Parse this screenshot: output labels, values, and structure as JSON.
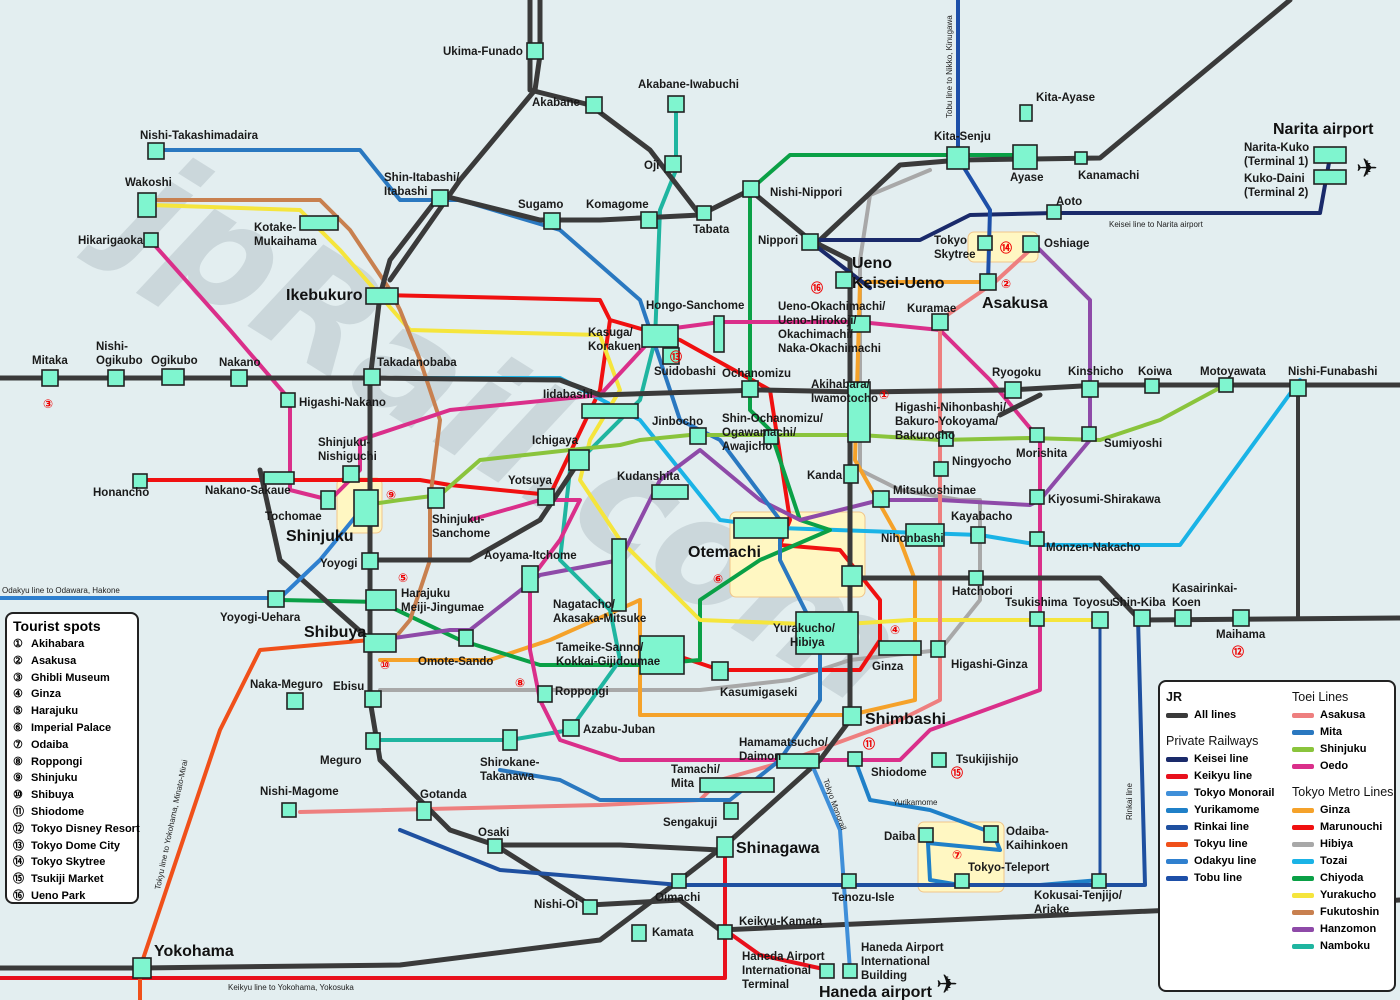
{
  "colors": {
    "background": "#e3eef0",
    "station_fill": "#7ff5cf",
    "station_stroke": "#222222",
    "spot_number": "#ee0000"
  },
  "watermark": "jpRail.com",
  "icons": {
    "airplane": "airplane-icon"
  },
  "lines": [
    {
      "id": "jr",
      "color": "#3a3a3a"
    },
    {
      "id": "keisei",
      "color": "#1a2a6a"
    },
    {
      "id": "keikyu",
      "color": "#e8101c"
    },
    {
      "id": "monorail",
      "color": "#3f8fd9"
    },
    {
      "id": "yurikamome",
      "color": "#1f80c8"
    },
    {
      "id": "rinkai",
      "color": "#1f50a0"
    },
    {
      "id": "tokyu",
      "color": "#f0501a"
    },
    {
      "id": "odakyu",
      "color": "#2f80cf"
    },
    {
      "id": "tobu",
      "color": "#1d4fa8"
    },
    {
      "id": "asakusa",
      "color": "#ee7f7f"
    },
    {
      "id": "mita",
      "color": "#2a78c0"
    },
    {
      "id": "shinjuku",
      "color": "#8ac43c"
    },
    {
      "id": "oedo",
      "color": "#da2f8a"
    },
    {
      "id": "ginza",
      "color": "#f5a22a"
    },
    {
      "id": "marunouchi",
      "color": "#f01010"
    },
    {
      "id": "hibiya",
      "color": "#a8a8a8"
    },
    {
      "id": "tozai",
      "color": "#1ab3e6"
    },
    {
      "id": "chiyoda",
      "color": "#0aa046"
    },
    {
      "id": "yurakucho",
      "color": "#f5e53c"
    },
    {
      "id": "fukutoshin",
      "color": "#c8804f"
    },
    {
      "id": "hanzomon",
      "color": "#8e4aa8"
    },
    {
      "id": "namboku",
      "color": "#1fb5a0"
    }
  ],
  "stations": [
    {
      "name": "Ukima-Funado"
    },
    {
      "name": "Akabane-Iwabuchi"
    },
    {
      "name": "Akabane"
    },
    {
      "name": "Nishi-Takashimadaira"
    },
    {
      "name": "Oji"
    },
    {
      "name": "Wakoshi"
    },
    {
      "name": "Shin-Itabashi/"
    },
    {
      "name": "Itabashi"
    },
    {
      "name": "Sugamo"
    },
    {
      "name": "Komagome"
    },
    {
      "name": "Tabata"
    },
    {
      "name": "Nishi-Nippori"
    },
    {
      "name": "Kotake-"
    },
    {
      "name": "Mukaihama"
    },
    {
      "name": "Hikarigaoka"
    },
    {
      "name": "Nippori"
    },
    {
      "name": "Ikebukuro"
    },
    {
      "name": "Hongo-Sanchome"
    },
    {
      "name": "Kasuga/"
    },
    {
      "name": "Korakuen"
    },
    {
      "name": "Ueno-Okachimachi/"
    },
    {
      "name": "Ueno-Hirokoji/"
    },
    {
      "name": "Okachimachi/"
    },
    {
      "name": "Naka-Okachimachi"
    },
    {
      "name": "Ueno"
    },
    {
      "name": "Keisei-Ueno"
    },
    {
      "name": "Kuramae"
    },
    {
      "name": "Asakusa"
    },
    {
      "name": "Tokyo"
    },
    {
      "name": "Skytree"
    },
    {
      "name": "Oshiage"
    },
    {
      "name": "Aoto"
    },
    {
      "name": "Kita-Senju"
    },
    {
      "name": "Ayase"
    },
    {
      "name": "Kanamachi"
    },
    {
      "name": "Kita-Ayase"
    },
    {
      "name": "Narita-Kuko"
    },
    {
      "name": "(Terminal 1)"
    },
    {
      "name": "Kuko-Daini"
    },
    {
      "name": "(Terminal 2)"
    },
    {
      "name": "Mitaka"
    },
    {
      "name": "Nishi-"
    },
    {
      "name": "Ogikubo"
    },
    {
      "name": "Ogikubo"
    },
    {
      "name": "Nakano"
    },
    {
      "name": "Takadanobaba"
    },
    {
      "name": "Higashi-Nakano"
    },
    {
      "name": "Suidobashi"
    },
    {
      "name": "Ochanomizu"
    },
    {
      "name": "Akihabara/"
    },
    {
      "name": "Iwamotocho"
    },
    {
      "name": "Ryogoku"
    },
    {
      "name": "Kinshicho"
    },
    {
      "name": "Koiwa"
    },
    {
      "name": "Motoyawata"
    },
    {
      "name": "Nishi-Funabashi"
    },
    {
      "name": "Iidabashi"
    },
    {
      "name": "Jinbocho"
    },
    {
      "name": "Shin-Ochanomizu/"
    },
    {
      "name": "Ogawamachi/"
    },
    {
      "name": "Awajicho"
    },
    {
      "name": "Higashi-Nihonbashi/"
    },
    {
      "name": "Bakuro-Yokoyama/"
    },
    {
      "name": "Bakurocho"
    },
    {
      "name": "Shinjuku-"
    },
    {
      "name": "Nishiguchi"
    },
    {
      "name": "Ichigaya"
    },
    {
      "name": "Morishita"
    },
    {
      "name": "Sumiyoshi"
    },
    {
      "name": "Ningyocho"
    },
    {
      "name": "Kanda"
    },
    {
      "name": "Honancho"
    },
    {
      "name": "Nakano-Sakaue"
    },
    {
      "name": "Yotsuya"
    },
    {
      "name": "Kudanshita"
    },
    {
      "name": "Mitsukoshimae"
    },
    {
      "name": "Kiyosumi-Shirakawa"
    },
    {
      "name": "Tochomae"
    },
    {
      "name": "Shinjuku"
    },
    {
      "name": "Shinjuku-"
    },
    {
      "name": "Sanchome"
    },
    {
      "name": "Otemachi"
    },
    {
      "name": "Kayabacho"
    },
    {
      "name": "Nihonbashi"
    },
    {
      "name": "Monzen-Nakacho"
    },
    {
      "name": "Yoyogi"
    },
    {
      "name": "Aoyama-Itchome"
    },
    {
      "name": "Harajuku"
    },
    {
      "name": "Meiji-Jingumae"
    },
    {
      "name": "Hatchobori"
    },
    {
      "name": "Tsukishima"
    },
    {
      "name": "Toyosu"
    },
    {
      "name": "Shin-Kiba"
    },
    {
      "name": "Kasairinkai-"
    },
    {
      "name": "Koen"
    },
    {
      "name": "Maihama"
    },
    {
      "name": "Yoyogi-Uehara"
    },
    {
      "name": "Nagatacho/"
    },
    {
      "name": "Akasaka-Mitsuke"
    },
    {
      "name": "Yurakucho/"
    },
    {
      "name": "Hibiya"
    },
    {
      "name": "Shibuya"
    },
    {
      "name": "Tameike-Sanno/"
    },
    {
      "name": "Kokkai-Gijidoumae"
    },
    {
      "name": "Omote-Sando"
    },
    {
      "name": "Ginza"
    },
    {
      "name": "Higashi-Ginza"
    },
    {
      "name": "Naka-Meguro"
    },
    {
      "name": "Ebisu"
    },
    {
      "name": "Roppongi"
    },
    {
      "name": "Kasumigaseki"
    },
    {
      "name": "Shimbashi"
    },
    {
      "name": "Azabu-Juban"
    },
    {
      "name": "Meguro"
    },
    {
      "name": "Hamamatsucho/"
    },
    {
      "name": "Daimon"
    },
    {
      "name": "Shirokane-"
    },
    {
      "name": "Takanawa"
    },
    {
      "name": "Shiodome"
    },
    {
      "name": "Tsukijishijo"
    },
    {
      "name": "Tamachi/"
    },
    {
      "name": "Mita"
    },
    {
      "name": "Nishi-Magome"
    },
    {
      "name": "Gotanda"
    },
    {
      "name": "Sengakuji"
    },
    {
      "name": "Daiba"
    },
    {
      "name": "Odaiba-"
    },
    {
      "name": "Kaihinkoen"
    },
    {
      "name": "Osaki"
    },
    {
      "name": "Shinagawa"
    },
    {
      "name": "Tokyo-Teleport"
    },
    {
      "name": "Kokusai-Tenjijo/"
    },
    {
      "name": "Ariake"
    },
    {
      "name": "Nishi-Oi"
    },
    {
      "name": "Oimachi"
    },
    {
      "name": "Tenozu-Isle"
    },
    {
      "name": "Keikyu-Kamata"
    },
    {
      "name": "Kamata"
    },
    {
      "name": "Yokohama"
    },
    {
      "name": "Haneda Airport"
    },
    {
      "name": "International"
    },
    {
      "name": "Terminal"
    },
    {
      "name": "Building"
    },
    {
      "name": "Haneda airport"
    },
    {
      "name": "Narita airport"
    }
  ],
  "spot_markers": [
    "①",
    "②",
    "③",
    "④",
    "⑤",
    "⑥",
    "⑦",
    "⑧",
    "⑨",
    "⑩",
    "⑪",
    "⑫",
    "⑬",
    "⑭",
    "⑮",
    "⑯"
  ],
  "notes": [
    {
      "text": "Tobu line to Nikko, Kinugawa"
    },
    {
      "text": "Keisei line to Narita airport"
    },
    {
      "text": "Odakyu line to Odawara, Hakone"
    },
    {
      "text": "Tokyu line to Yokohama, Minato-Mirai"
    },
    {
      "text": "Keikyu line to Yokohama, Yokosuka"
    },
    {
      "text": "Tokyo Monorail"
    },
    {
      "text": "Yurikamome"
    },
    {
      "text": "Rinkai line"
    }
  ],
  "tourist_spots": {
    "title": "Tourist spots",
    "items": [
      {
        "num": "①",
        "name": "Akihabara"
      },
      {
        "num": "②",
        "name": "Asakusa"
      },
      {
        "num": "③",
        "name": "Ghibli Museum"
      },
      {
        "num": "④",
        "name": "Ginza"
      },
      {
        "num": "⑤",
        "name": "Harajuku"
      },
      {
        "num": "⑥",
        "name": "Imperial Palace"
      },
      {
        "num": "⑦",
        "name": "Odaiba"
      },
      {
        "num": "⑧",
        "name": "Roppongi"
      },
      {
        "num": "⑨",
        "name": "Shinjuku"
      },
      {
        "num": "⑩",
        "name": "Shibuya"
      },
      {
        "num": "⑪",
        "name": "Shiodome"
      },
      {
        "num": "⑫",
        "name": "Tokyo Disney  Resort"
      },
      {
        "num": "⑬",
        "name": "Tokyo Dome City"
      },
      {
        "num": "⑭",
        "name": "Tokyo Skytree"
      },
      {
        "num": "⑮",
        "name": "Tsukiji Market"
      },
      {
        "num": "⑯",
        "name": "Ueno Park"
      }
    ]
  },
  "legend": {
    "jr_head": "JR",
    "jr": [
      {
        "label": "All lines",
        "color": "#3a3a3a"
      }
    ],
    "private_head": "Private Railways",
    "private": [
      {
        "label": "Keisei line",
        "color": "#1a2a6a"
      },
      {
        "label": "Keikyu line",
        "color": "#e8101c"
      },
      {
        "label": "Tokyo Monorail",
        "color": "#3f8fd9"
      },
      {
        "label": "Yurikamome",
        "color": "#1f80c8"
      },
      {
        "label": "Rinkai line",
        "color": "#1f50a0"
      },
      {
        "label": "Tokyu line",
        "color": "#f0501a"
      },
      {
        "label": "Odakyu line",
        "color": "#2f80cf"
      },
      {
        "label": "Tobu line",
        "color": "#1d4fa8"
      }
    ],
    "toei_head": "Toei Lines",
    "toei": [
      {
        "label": "Asakusa",
        "color": "#ee7f7f"
      },
      {
        "label": "Mita",
        "color": "#2a78c0"
      },
      {
        "label": "Shinjuku",
        "color": "#8ac43c"
      },
      {
        "label": "Oedo",
        "color": "#da2f8a"
      }
    ],
    "metro_head": "Tokyo Metro Lines",
    "metro": [
      {
        "label": "Ginza",
        "color": "#f5a22a"
      },
      {
        "label": "Marunouchi",
        "color": "#f01010"
      },
      {
        "label": "Hibiya",
        "color": "#a8a8a8"
      },
      {
        "label": "Tozai",
        "color": "#1ab3e6"
      },
      {
        "label": "Chiyoda",
        "color": "#0aa046"
      },
      {
        "label": "Yurakucho",
        "color": "#f5e53c"
      },
      {
        "label": "Fukutoshin",
        "color": "#c8804f"
      },
      {
        "label": "Hanzomon",
        "color": "#8e4aa8"
      },
      {
        "label": "Namboku",
        "color": "#1fb5a0"
      }
    ]
  }
}
